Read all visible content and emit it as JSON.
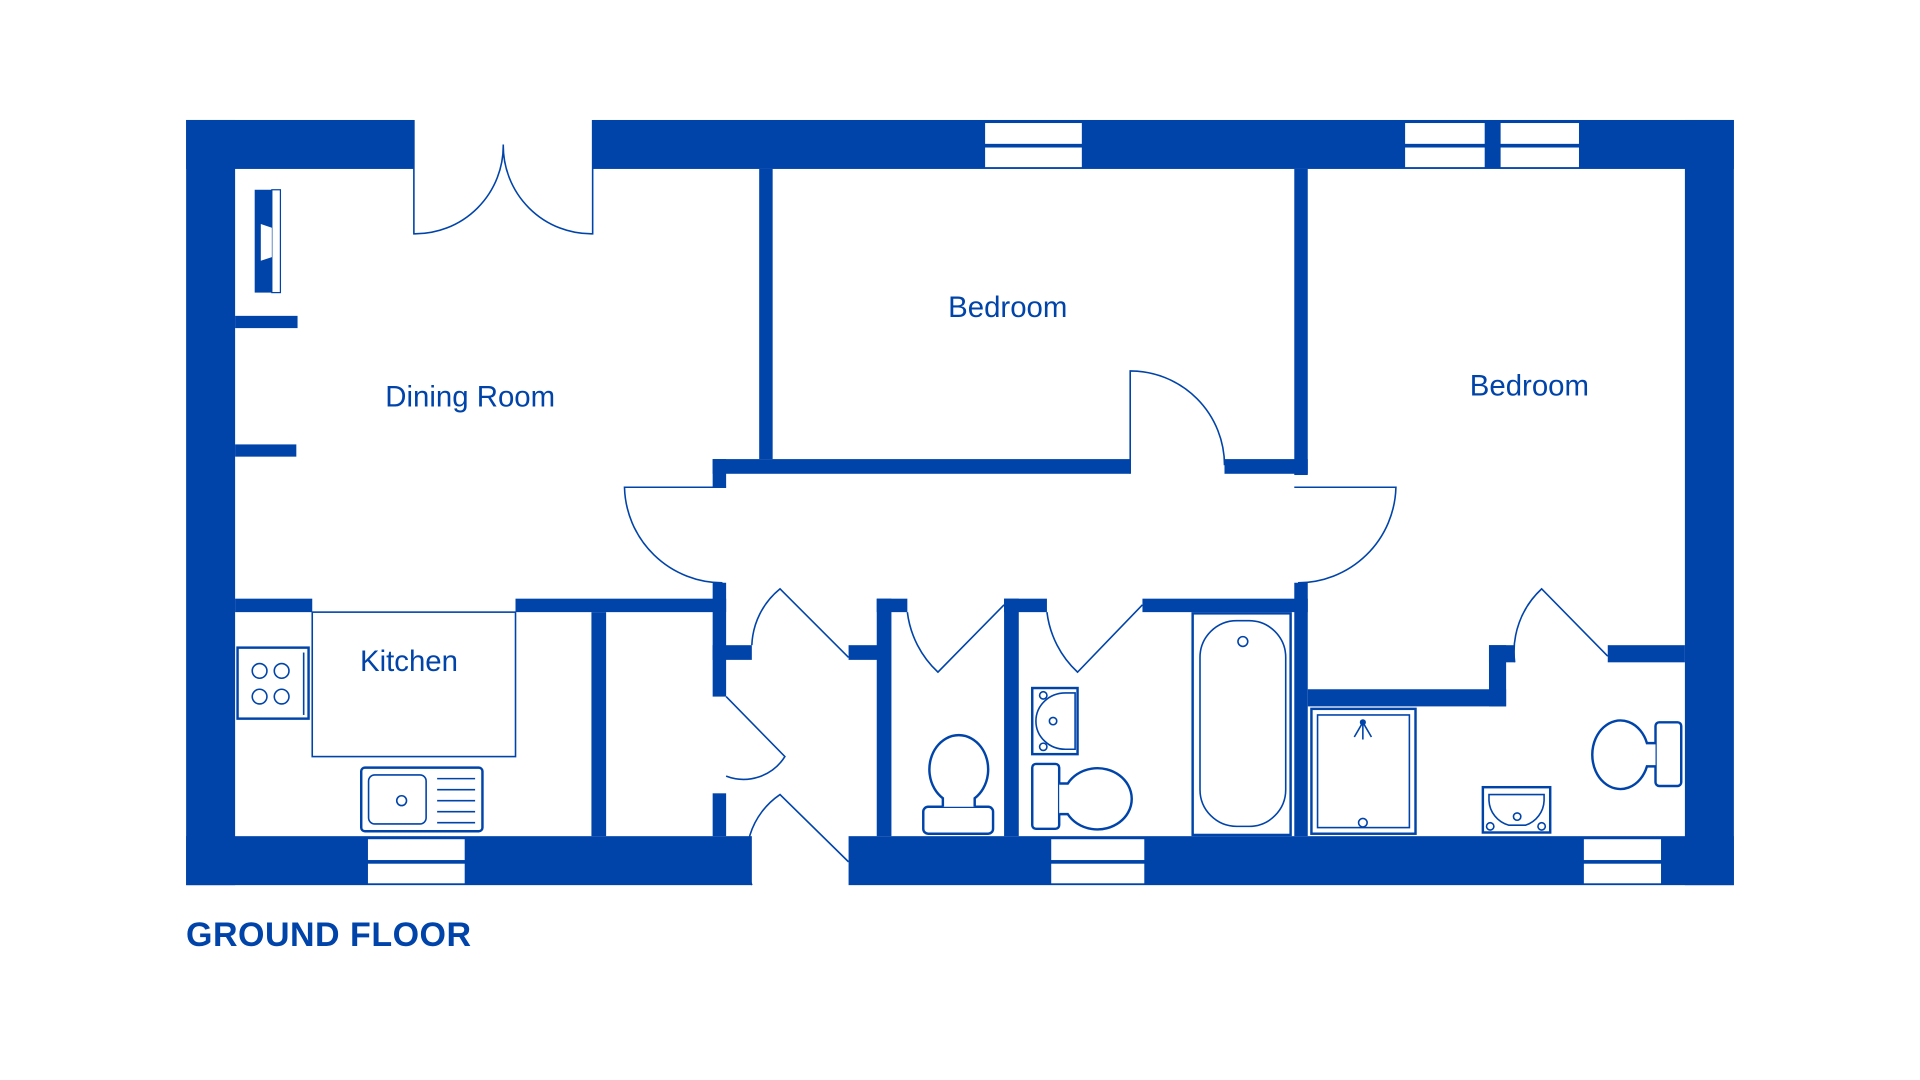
{
  "floor_title": "GROUND FLOOR",
  "colors": {
    "wall": "#0044AA",
    "background": "#FFFFFF"
  },
  "rooms": [
    {
      "id": "dining-room",
      "label": "Dining Room"
    },
    {
      "id": "bedroom-1",
      "label": "Bedroom"
    },
    {
      "id": "bedroom-2",
      "label": "Bedroom"
    },
    {
      "id": "kitchen",
      "label": "Kitchen"
    }
  ],
  "fixtures": [
    "fireplace",
    "french-doors",
    "hob",
    "sink",
    "toilet",
    "basin",
    "bath",
    "shower",
    "toilet",
    "basin"
  ]
}
